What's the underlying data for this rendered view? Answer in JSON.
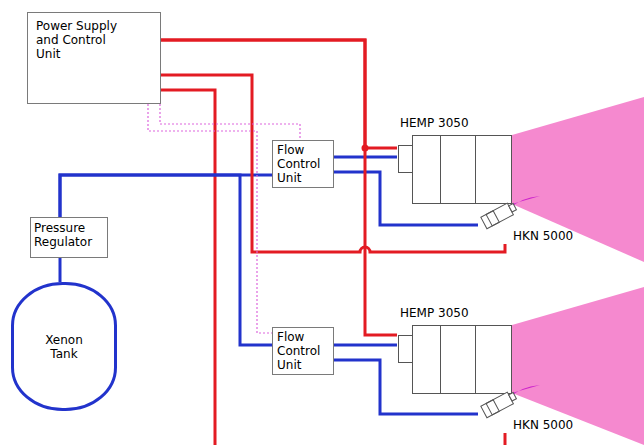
{
  "diagram": {
    "nodes": [
      {
        "text": [
          "Power Supply and Control Unit"
        ]
      },
      {
        "text": [
          "Pressure Regulator"
        ]
      },
      {
        "text": [
          "Xenon Tank"
        ]
      },
      {
        "text": [
          "Flow Control Unit"
        ]
      },
      {
        "text": [
          "HEMP 3050"
        ]
      },
      {
        "text": [
          "HKN 5000"
        ]
      },
      {
        "text": [
          "Flow Control Unit"
        ]
      },
      {
        "text": [
          "HEMP 3050"
        ]
      },
      {
        "text": [
          "HKN 5000"
        ]
      }
    ],
    "edges": [
      {
        "from": 2,
        "to": 1,
        "arrow": "none"
      },
      {
        "from": 1,
        "to": 3,
        "arrow": "none"
      },
      {
        "from": 1,
        "to": 6,
        "arrow": "none"
      },
      {
        "from": 3,
        "to": 4,
        "arrow": "none"
      },
      {
        "from": 3,
        "to": 5,
        "arrow": "none"
      },
      {
        "from": 6,
        "to": 7,
        "arrow": "none"
      },
      {
        "from": 6,
        "to": 8,
        "arrow": "none"
      },
      {
        "from": 0,
        "to": 4,
        "arrow": "none"
      },
      {
        "from": 0,
        "to": 7,
        "arrow": "none"
      },
      {
        "from": 0,
        "to": 5,
        "arrow": "none"
      },
      {
        "from": 0,
        "to": 3,
        "arrow": "none"
      },
      {
        "from": 0,
        "to": 6,
        "arrow": "none"
      }
    ]
  }
}
